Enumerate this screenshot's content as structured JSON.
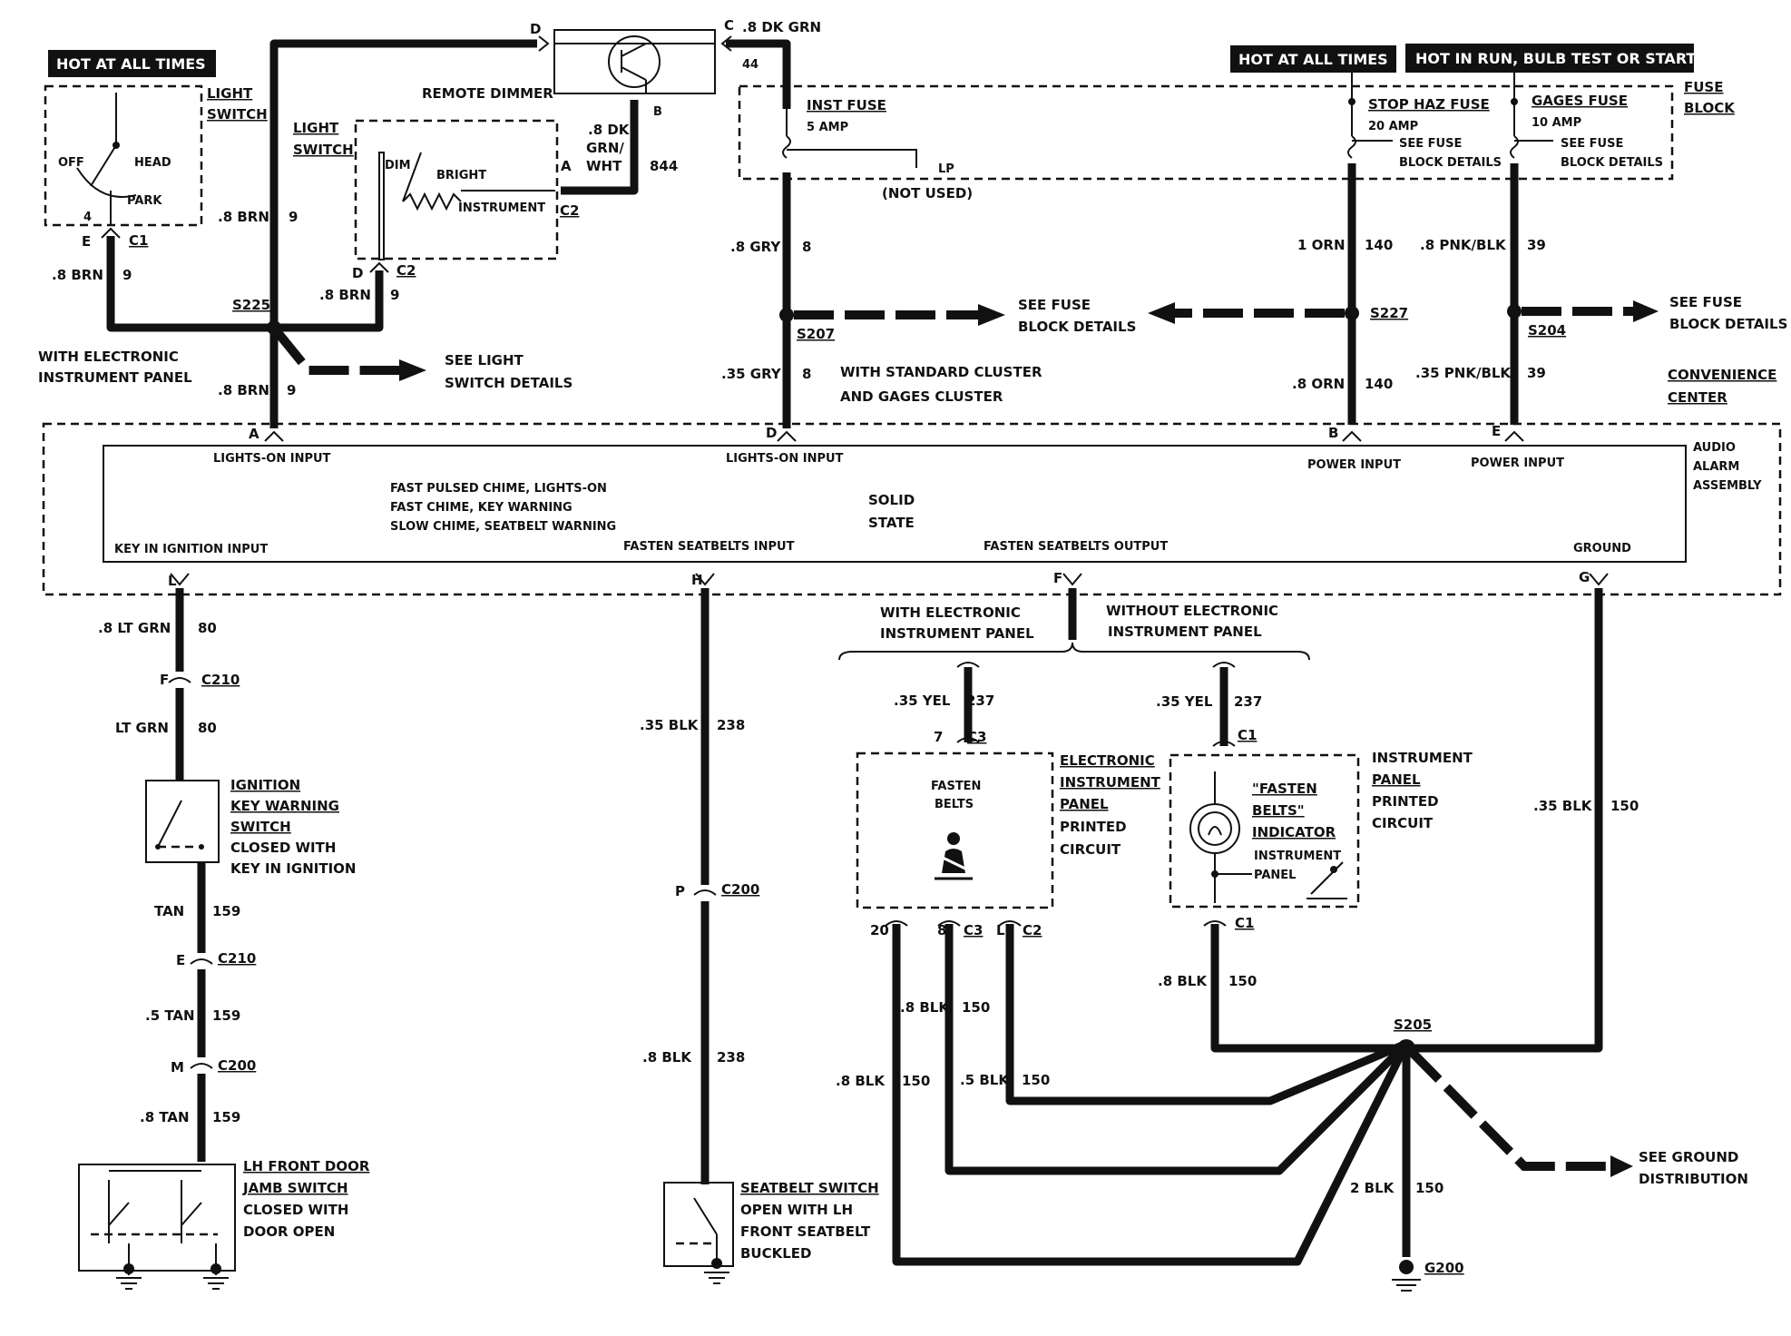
{
  "hot_labels": [
    "HOT AT ALL TIMES",
    "HOT AT ALL TIMES",
    "HOT IN RUN, BULB TEST OR START"
  ],
  "light_switch": {
    "label1": "LIGHT",
    "label2": "SWITCH",
    "off": "OFF",
    "head": "HEAD",
    "park": "PARK",
    "pin_num": "4",
    "pin_letter": "E",
    "connector": "C1",
    "wire_left": ".8 BRN",
    "circuit_left": "9"
  },
  "remote_dimmer": {
    "label": "REMOTE DIMMER",
    "pin_d": "D",
    "pin_c": "C",
    "pin_b": "B",
    "wire_out": ".8 DK GRN",
    "circuit_out": "44",
    "wire_b1": ".8 DK",
    "wire_b2": "GRN/",
    "wire_b3": "WHT",
    "circuit_b": "844"
  },
  "light_switch_dimmer": {
    "label1": "LIGHT",
    "label2": "SWITCH",
    "dim": "DIM",
    "bright": "BRIGHT",
    "instrument": "INSTRUMENT",
    "pin_a": "A",
    "connector_a": "C2",
    "pin_d": "D",
    "connector_d": "C2",
    "wire_d": ".8 BRN",
    "circuit_d": "9"
  },
  "main_brn": {
    "wire": ".8 BRN",
    "circuit": "9"
  },
  "s225": {
    "splice": "S225",
    "with_panel1": "WITH ELECTRONIC",
    "with_panel2": "INSTRUMENT PANEL",
    "see1": "SEE LIGHT",
    "see2": "SWITCH DETAILS",
    "wire_down": ".8 BRN",
    "circuit_down": "9"
  },
  "fuse_block": {
    "label1": "FUSE",
    "label2": "BLOCK",
    "inst_fuse": "INST FUSE",
    "inst_amp": "5 AMP",
    "lp": "LP",
    "not_used": "(NOT USED)",
    "stop_haz": "STOP HAZ FUSE",
    "stop_amp": "20 AMP",
    "gages": "GAGES FUSE",
    "gages_amp": "10 AMP",
    "see_fuse1": "SEE FUSE",
    "see_fuse2": "BLOCK DETAILS"
  },
  "gry_wire": {
    "upper": ".8 GRY",
    "upper_circuit": "8",
    "splice": "S207",
    "lower": ".35 GRY",
    "lower_circuit": "8",
    "cluster1": "WITH STANDARD CLUSTER",
    "cluster2": "AND GAGES CLUSTER"
  },
  "see_fuse_center": [
    "SEE FUSE",
    "BLOCK DETAILS"
  ],
  "orn_wire": {
    "upper": "1 ORN",
    "upper_circuit": "140",
    "splice": "S227",
    "lower": ".8 ORN",
    "lower_circuit": "140"
  },
  "pnk_wire": {
    "upper": ".8 PNK/BLK",
    "upper_circuit": "39",
    "splice": "S204",
    "lower": ".35 PNK/BLK",
    "lower_circuit": "39",
    "see1": "SEE FUSE",
    "see2": "BLOCK DETAILS",
    "conv1": "CONVENIENCE",
    "conv2": "CENTER"
  },
  "audio_alarm": {
    "label1": "AUDIO",
    "label2": "ALARM",
    "label3": "ASSEMBLY",
    "pin_a": "A",
    "pin_d": "D",
    "pin_b": "B",
    "pin_e": "E",
    "pin_l": "L",
    "pin_h": "H",
    "pin_f": "F",
    "pin_g": "G",
    "lights_on1": "LIGHTS-ON INPUT",
    "lights_on2": "LIGHTS-ON INPUT",
    "power1": "POWER INPUT",
    "power2": "POWER INPUT",
    "chime1": "FAST PULSED CHIME, LIGHTS-ON",
    "chime2": "FAST CHIME, KEY WARNING",
    "chime3": "SLOW CHIME, SEATBELT WARNING",
    "solid": "SOLID",
    "state": "STATE",
    "key_input": "KEY IN IGNITION INPUT",
    "fasten_in": "FASTEN SEATBELTS INPUT",
    "fasten_out": "FASTEN SEATBELTS OUTPUT",
    "ground": "GROUND"
  },
  "left_branch": {
    "w1": ".8 LT GRN",
    "c1": "80",
    "conn1_pin": "F",
    "conn1": "C210",
    "w2": "LT GRN",
    "c2": "80",
    "ign1": "IGNITION",
    "ign2": "KEY WARNING",
    "ign3": "SWITCH",
    "ign4": "CLOSED WITH",
    "ign5": "KEY IN IGNITION",
    "w3": "TAN",
    "c3": "159",
    "conn2_pin": "E",
    "conn2": "C210",
    "w4": ".5 TAN",
    "c4": "159",
    "conn3_pin": "M",
    "conn3": "C200",
    "w5": ".8 TAN",
    "c5": "159",
    "door1": "LH FRONT DOOR",
    "door2": "JAMB SWITCH",
    "door3": "CLOSED WITH",
    "door4": "DOOR OPEN"
  },
  "seatbelt_branch": {
    "w1": ".35 BLK",
    "c1": "238",
    "conn_pin": "P",
    "conn": "C200",
    "w2": ".8 BLK",
    "c2": "238",
    "sw1": "SEATBELT SWITCH",
    "sw2": "OPEN WITH LH",
    "sw3": "FRONT SEATBELT",
    "sw4": "BUCKLED"
  },
  "output_branch": {
    "with1": "WITH ELECTRONIC",
    "with2": "INSTRUMENT PANEL",
    "without1": "WITHOUT ELECTRONIC",
    "without2": "INSTRUMENT PANEL",
    "w_left": ".35 YEL",
    "c_left": "237",
    "w_right": ".35 YEL",
    "c_right": "237",
    "pin7": "7",
    "c3": "C3",
    "c1": "C1",
    "fasten1": "FASTEN",
    "fasten2": "BELTS",
    "epc1": "ELECTRONIC",
    "epc2": "INSTRUMENT",
    "epc3": "PANEL",
    "epc4": "PRINTED",
    "epc5": "CIRCUIT",
    "ind1": "\"FASTEN",
    "ind2": "BELTS\"",
    "ind3": "INDICATOR",
    "ind4": "INSTRUMENT",
    "ind5": "PANEL",
    "ipc1": "INSTRUMENT",
    "ipc2": "PANEL",
    "ipc3": "PRINTED",
    "ipc4": "CIRCUIT",
    "pin20": "20",
    "pin8": "8",
    "c3b": "C3",
    "pinl": "L",
    "c2": "C2",
    "c1b": "C1",
    "b1": ".8 BLK",
    "b1c": "150",
    "b2": ".8 BLK",
    "b2c": "150",
    "b3": ".5 BLK",
    "b3c": "150",
    "b4": ".8 BLK",
    "b4c": "150",
    "g_w": ".35 BLK",
    "g_c": "150",
    "splice": "S205",
    "see_g1": "SEE GROUND",
    "see_g2": "DISTRIBUTION",
    "g_w2": "2 BLK",
    "g_c2": "150",
    "ground": "G200"
  }
}
